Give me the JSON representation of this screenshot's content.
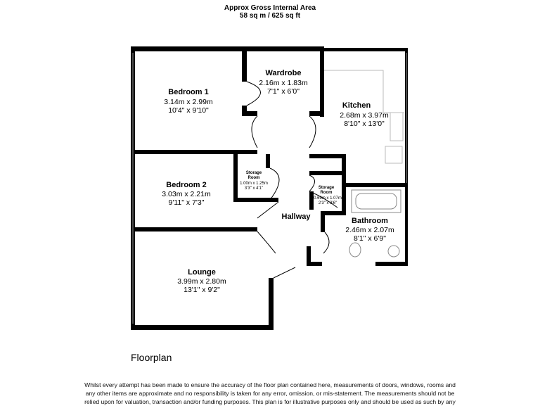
{
  "header": {
    "title": "Approx Gross Internal Area",
    "area": "58 sq m / 625 sq ft"
  },
  "rooms": {
    "bedroom1": {
      "name": "Bedroom 1",
      "metric": "3.14m x 2.99m",
      "imperial": "10'4\" x 9'10\""
    },
    "wardrobe": {
      "name": "Wardrobe",
      "metric": "2.16m x 1.83m",
      "imperial": "7'1\" x 6'0\""
    },
    "kitchen": {
      "name": "Kitchen",
      "metric": "2.68m x 3.97m",
      "imperial": "8'10\" x 13'0\""
    },
    "bedroom2": {
      "name": "Bedroom 2",
      "metric": "3.03m x 2.21m",
      "imperial": "9'11\" x 7'3\""
    },
    "storage1": {
      "name1": "Storage",
      "name2": "Room",
      "metric": "1.00m x 1.25m",
      "imperial": "3'3\" x 4'1\""
    },
    "storage2": {
      "name1": "Storage",
      "name2": "Room",
      "metric": "0.69m x 1.07m",
      "imperial": "2'3\" x 3'6\""
    },
    "hallway": {
      "name": "Hallway"
    },
    "bathroom": {
      "name": "Bathroom",
      "metric": "2.46m x 2.07m",
      "imperial": "8'1\" x 6'9\""
    },
    "lounge": {
      "name": "Lounge",
      "metric": "3.99m x 2.80m",
      "imperial": "13'1\" x 9'2\""
    }
  },
  "plan_label": "Floorplan",
  "disclaimer": [
    "Whilst every attempt has been made to ensure the accuracy of the floor plan contained here, measurements of doors, windows, rooms and",
    "any other items are approximate and no responsibility is taken for any error, omission, or mis-statement. The measurements should not be",
    "relied upon for valuation, transaction and/or funding purposes. This plan is for illustrative purposes only and should be used as such by any"
  ]
}
